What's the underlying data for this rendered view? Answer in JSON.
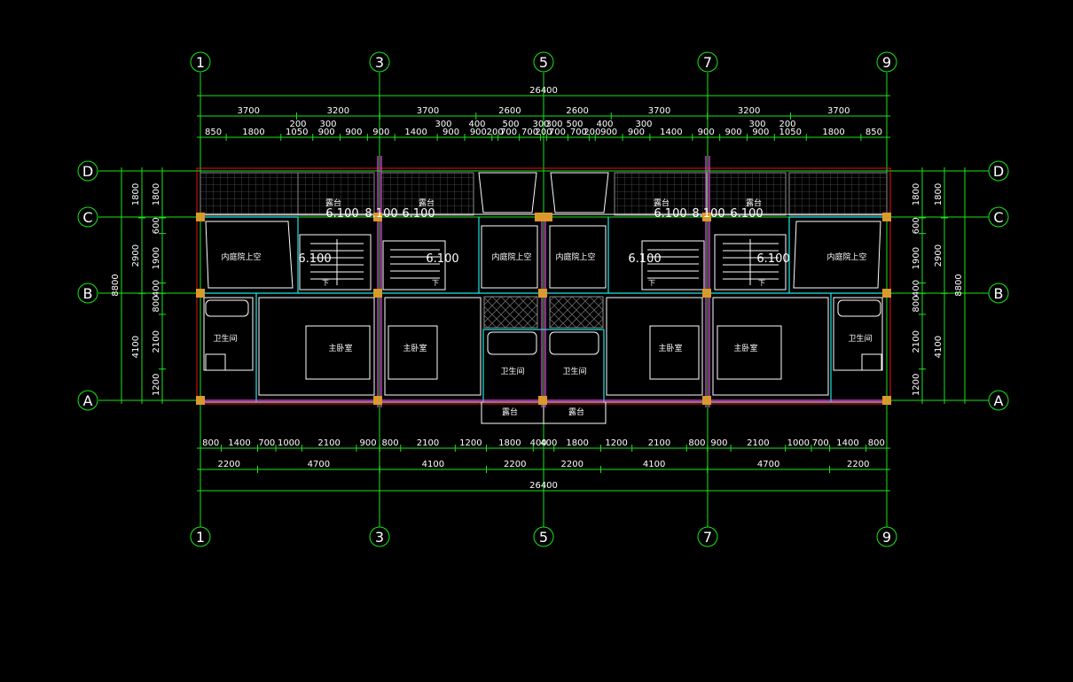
{
  "axes": {
    "columns": [
      "1",
      "3",
      "5",
      "7",
      "9"
    ],
    "rows": [
      "D",
      "C",
      "B",
      "A"
    ]
  },
  "dims": {
    "top_total": "26400",
    "top_row1": [
      "3700",
      "3200",
      "3700",
      "2600",
      "2600",
      "3700",
      "3200",
      "3700"
    ],
    "top_row2": [
      "850",
      "1800",
      "1050",
      "900",
      "900",
      "900",
      "1400",
      "900",
      "900",
      "200",
      "700",
      "700",
      "200",
      "700",
      "700",
      "200",
      "900",
      "900",
      "1400",
      "900",
      "900",
      "900",
      "1050",
      "1800",
      "850"
    ],
    "top_small": [
      "200",
      "300",
      "300",
      "400",
      "500",
      "300",
      "300",
      "500",
      "400",
      "300",
      "300",
      "200"
    ],
    "bottom_row1": [
      "800",
      "1400",
      "700",
      "1000",
      "2100",
      "900",
      "800",
      "2100",
      "1200",
      "1800",
      "400",
      "400",
      "1800",
      "1200",
      "2100",
      "800",
      "900",
      "2100",
      "1000",
      "700",
      "1400",
      "800"
    ],
    "bottom_row2": [
      "2200",
      "4700",
      "4100",
      "2200",
      "2200",
      "4100",
      "4700",
      "2200"
    ],
    "bottom_total": "26400",
    "left_outer": [
      "1800",
      "2900",
      "4100"
    ],
    "left_inner": [
      "1800",
      "600",
      "1900",
      "400",
      "800",
      "2100",
      "1200"
    ],
    "left_total": "8800",
    "right_outer": [
      "1800",
      "2900",
      "4100"
    ],
    "right_inner": [
      "1800",
      "600",
      "1900",
      "400",
      "800",
      "2100",
      "1200"
    ],
    "right_total": "8800"
  },
  "rooms": {
    "balcony": "露台",
    "courtyard": "内庭院上空",
    "master": "主卧室",
    "bath": "卫生间",
    "terrace": "露台",
    "down": "下"
  },
  "levels": {
    "l1": "6.100",
    "l2": "8.100"
  },
  "colors": {
    "green": "#19e619",
    "cyan": "#1ee6e6",
    "magenta": "#ff3cff",
    "red": "#e11111",
    "orange": "#d99a2b",
    "gray": "#8c8c8c"
  }
}
